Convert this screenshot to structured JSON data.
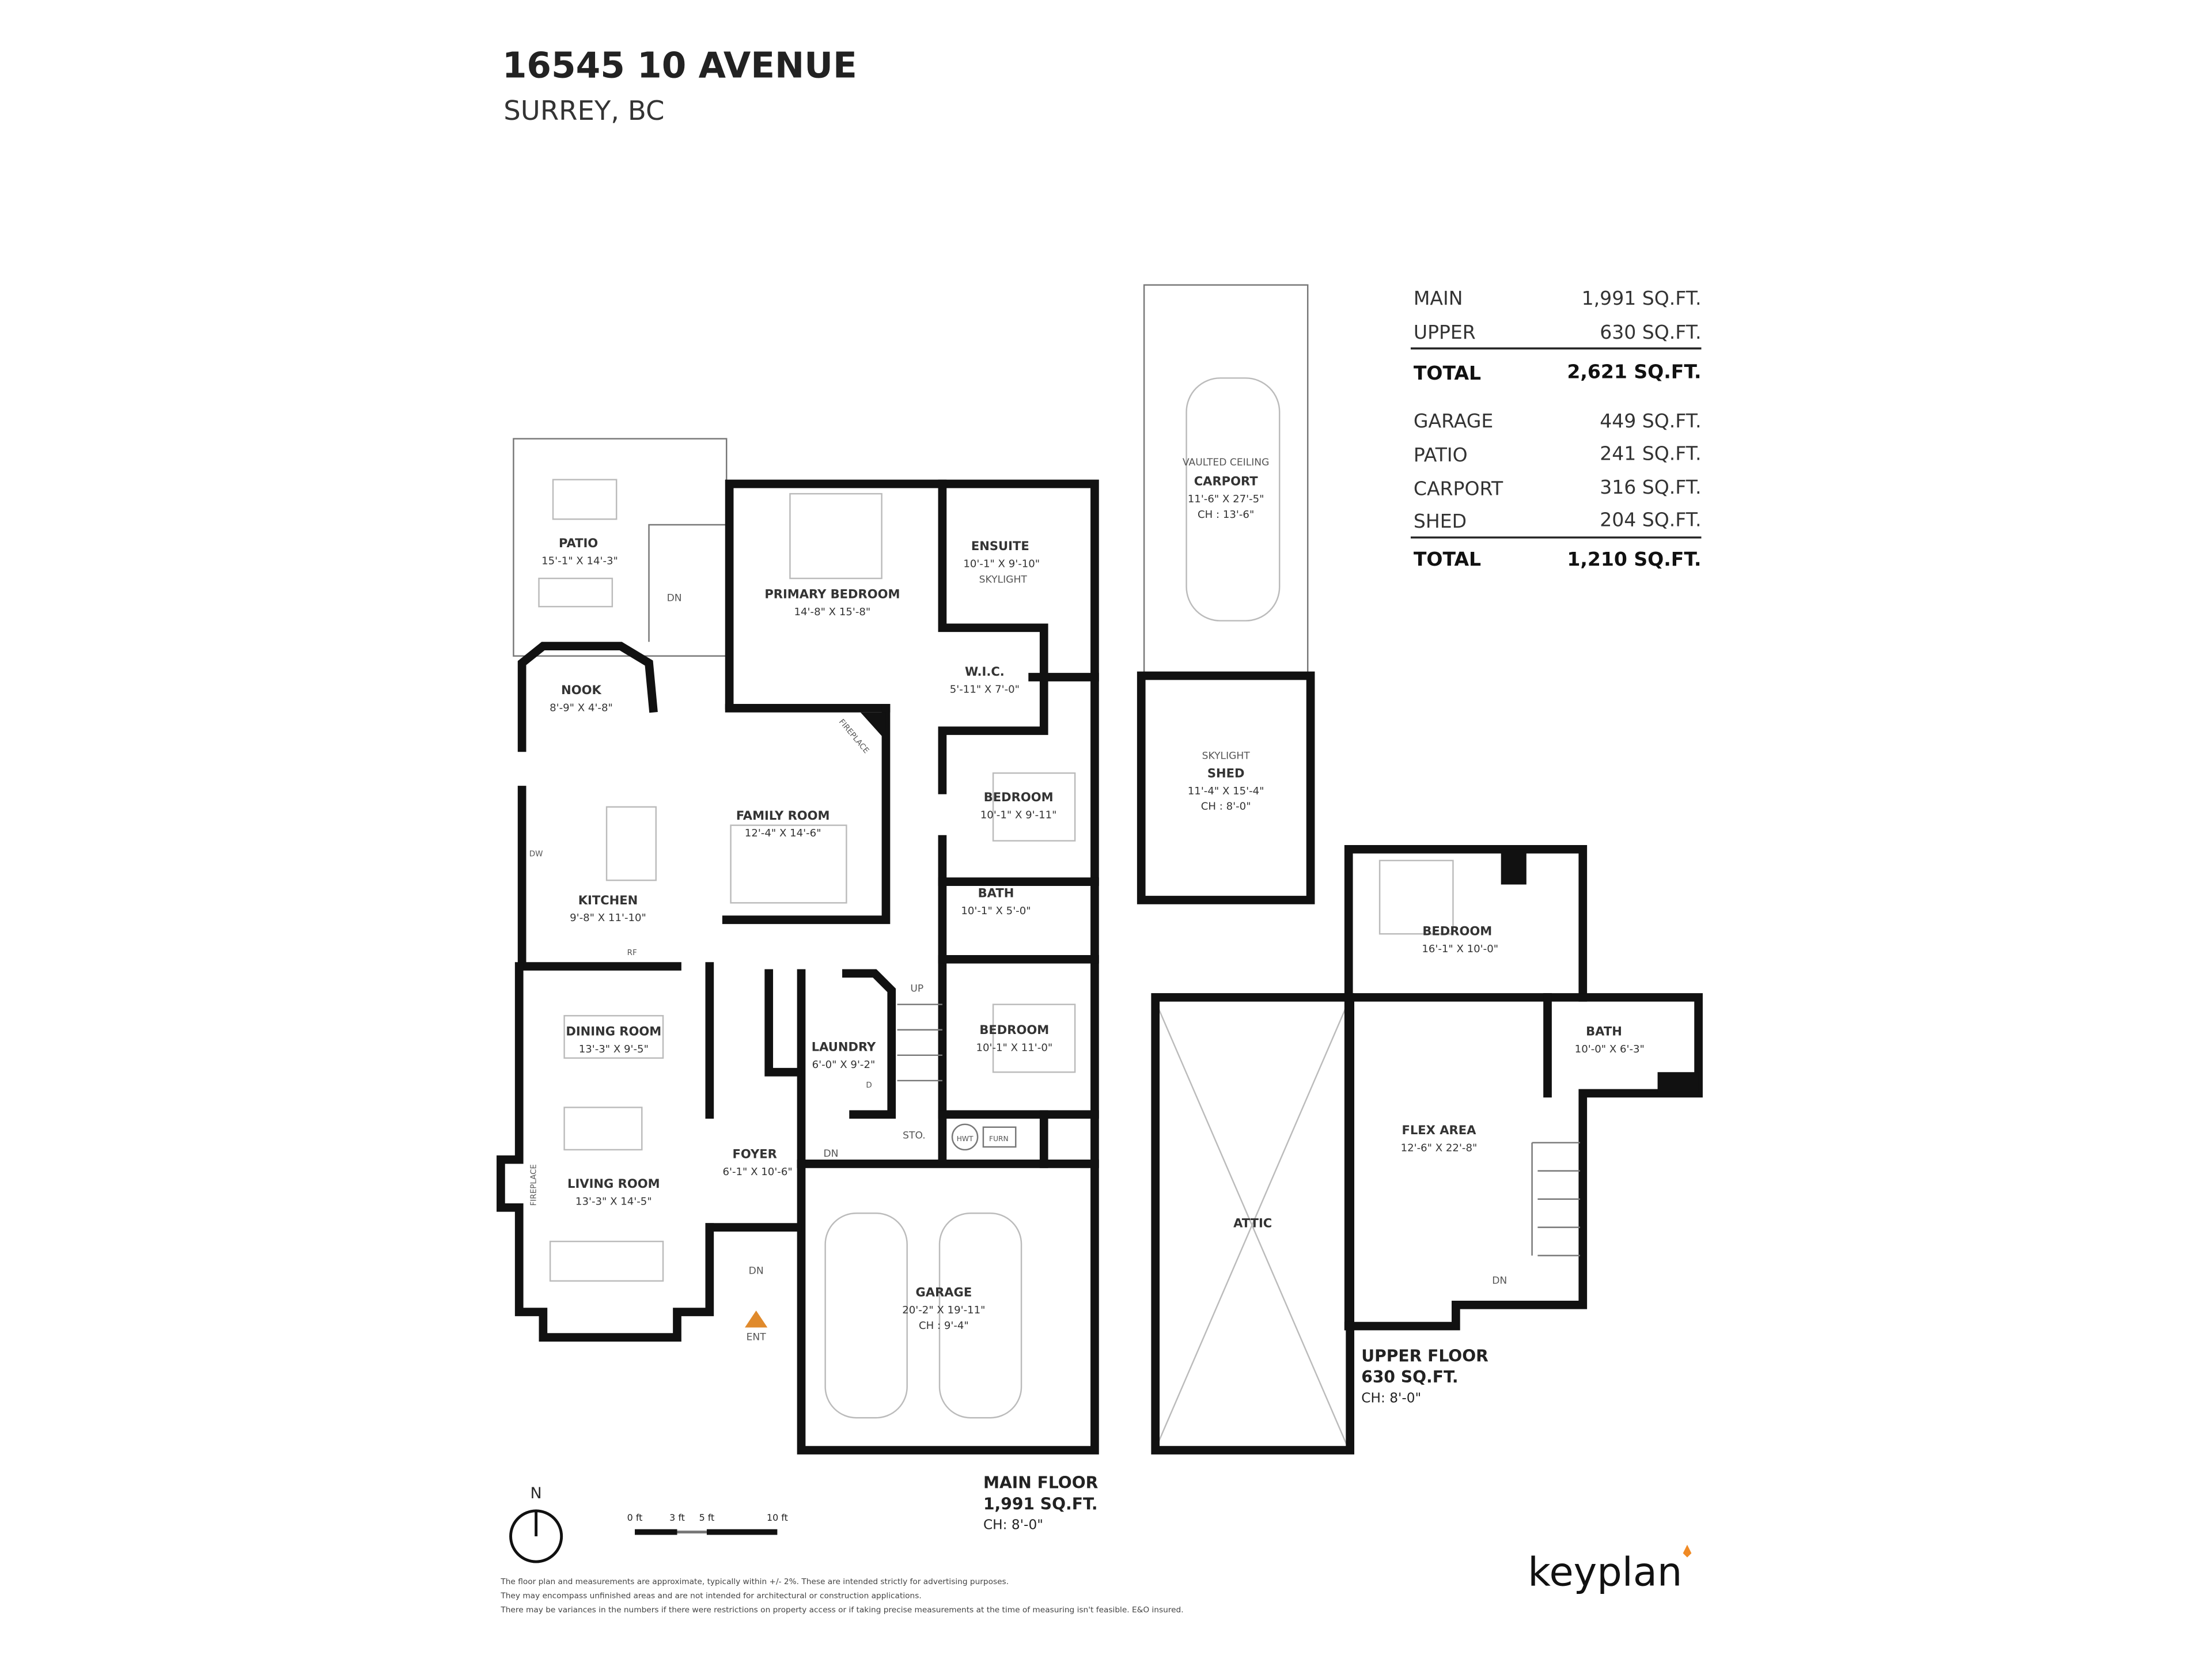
{
  "header": {
    "address": "16545 10 AVENUE",
    "city": "SURREY, BC"
  },
  "areas": {
    "rows1": [
      {
        "label": "MAIN",
        "value": "1,991 SQ.FT."
      },
      {
        "label": "UPPER",
        "value": "630 SQ.FT."
      }
    ],
    "total1": {
      "label": "TOTAL",
      "value": "2,621 SQ.FT."
    },
    "rows2": [
      {
        "label": "GARAGE",
        "value": "449 SQ.FT."
      },
      {
        "label": "PATIO",
        "value": "241 SQ.FT."
      },
      {
        "label": "CARPORT",
        "value": "316 SQ.FT."
      },
      {
        "label": "SHED",
        "value": "204 SQ.FT."
      }
    ],
    "total2": {
      "label": "TOTAL",
      "value": "1,210 SQ.FT."
    }
  },
  "rooms": [
    {
      "lines": [
        "PATIO",
        "15'-1\"  X  14'-3\""
      ]
    },
    {
      "lines": [
        "PRIMARY BEDROOM",
        "14'-8\"  X  15'-8\""
      ]
    },
    {
      "lines": [
        "ENSUITE",
        "10'-1\"  X  9'-10\"",
        "SKYLIGHT"
      ]
    },
    {
      "lines": [
        "W.I.C.",
        "5'-11\"  X  7'-0\""
      ]
    },
    {
      "lines": [
        "NOOK",
        "8'-9\"  X  4'-8\""
      ]
    },
    {
      "lines": [
        "FAMILY ROOM",
        "12'-4\"  X  14'-6\""
      ]
    },
    {
      "lines": [
        "BEDROOM",
        "10'-1\"  X  9'-11\""
      ]
    },
    {
      "lines": [
        "KITCHEN",
        "9'-8\"  X  11'-10\""
      ]
    },
    {
      "lines": [
        "BATH",
        "10'-1\"  X  5'-0\""
      ]
    },
    {
      "lines": [
        "DINING ROOM",
        "13'-3\"  X  9'-5\""
      ]
    },
    {
      "lines": [
        "LAUNDRY",
        "6'-0\"  X  9'-2\""
      ]
    },
    {
      "lines": [
        "BEDROOM",
        "10'-1\"  X  11'-0\""
      ]
    },
    {
      "lines": [
        "FOYER",
        "6'-1\"  X  10'-6\""
      ]
    },
    {
      "lines": [
        "LIVING ROOM",
        "13'-3\"  X  14'-5\""
      ]
    },
    {
      "lines": [
        "GARAGE",
        "20'-2\"  X  19'-11\"",
        "CH : 9'-4\""
      ]
    },
    {
      "lines": [
        "VAULTED CEILING",
        "CARPORT",
        "11'-6\"  X  27'-5\"",
        "CH : 13'-6\""
      ]
    },
    {
      "lines": [
        "SKYLIGHT",
        "SHED",
        "11'-4\"  X  15'-4\"",
        "CH : 8'-0\""
      ]
    },
    {
      "lines": [
        "BEDROOM",
        "16'-1\"  X  10'-0\""
      ]
    },
    {
      "lines": [
        "BATH",
        "10'-0\"  X  6'-3\""
      ]
    },
    {
      "lines": [
        "FLEX AREA",
        "12'-6\"  X  22'-8\""
      ]
    },
    {
      "lines": [
        "ATTIC"
      ]
    }
  ],
  "fixtures": {
    "dn": "DN",
    "up": "UP",
    "sto": "STO.",
    "hwt": "HWT",
    "furn": "FURN",
    "dw": "DW",
    "rf": "RF",
    "dryer": "D",
    "ent": "ENT",
    "fireplace": "FIREPLACE"
  },
  "floors": {
    "main": {
      "name": "MAIN FLOOR",
      "area": "1,991 SQ.FT.",
      "ch": "CH: 8'-0\""
    },
    "upper": {
      "name": "UPPER FLOOR",
      "area": "630 SQ.FT.",
      "ch": "CH: 8'-0\""
    }
  },
  "compass": {
    "label": "N"
  },
  "scale": {
    "ticks": [
      "0 ft",
      "3 ft",
      "5 ft",
      "10 ft"
    ]
  },
  "disclaimer": [
    "The floor plan and measurements are approximate, typically within +/- 2%. These are intended strictly for advertising purposes.",
    "They may encompass unfinished areas and are not intended for architectural or construction applications.",
    "There may be variances in the numbers if there were restrictions on property access or if taking precise measurements at the time of measuring isn't feasible. E&O insured."
  ],
  "logo": {
    "text": "keyplan"
  },
  "colors": {
    "wall": "#111111",
    "entry_marker": "#e08a2c",
    "logo_accent": "#f08a24"
  }
}
